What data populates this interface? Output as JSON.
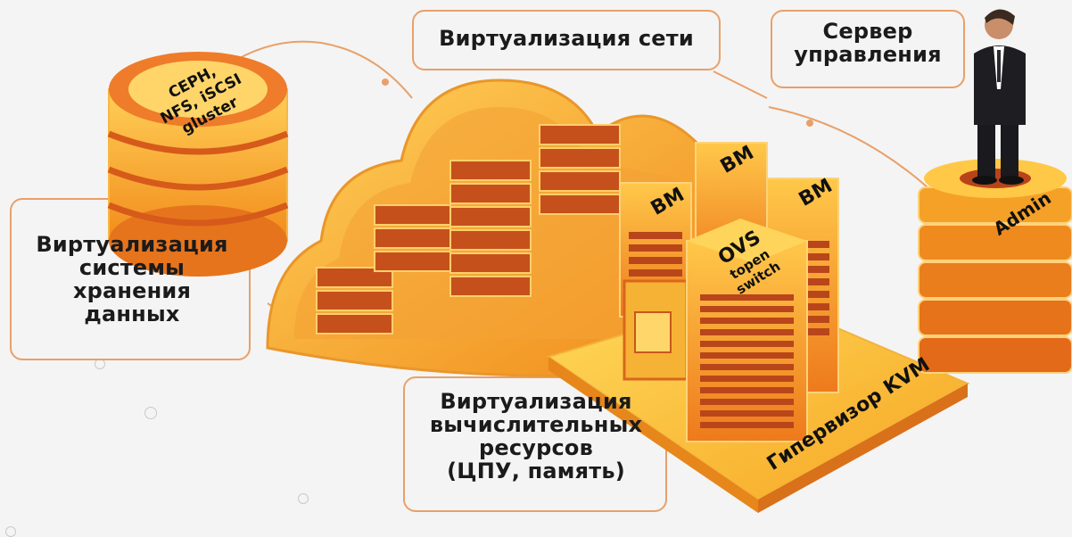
{
  "labels": {
    "network": "Виртуализация сети",
    "server": [
      "Сервер",
      "управления"
    ],
    "storage": [
      "Виртуализация",
      "системы",
      "хранения",
      "данных"
    ],
    "compute": [
      "Виртуализация",
      "вычислительных",
      "ресурсов",
      "(ЦПУ, память)"
    ]
  },
  "db": [
    "CEPH,",
    "NFS, iSCSI",
    "gluster"
  ],
  "vm": [
    "ВМ",
    "ВМ",
    "ВМ"
  ],
  "ovs": [
    "OVS",
    "topen",
    "switch"
  ],
  "hypervisor": "Гипервизор KVM",
  "admin": "Admin",
  "colors": {
    "accent": "#e8a06a",
    "orange": "#f28c1c",
    "deep": "#d9541e",
    "yellow": "#ffc83a"
  }
}
